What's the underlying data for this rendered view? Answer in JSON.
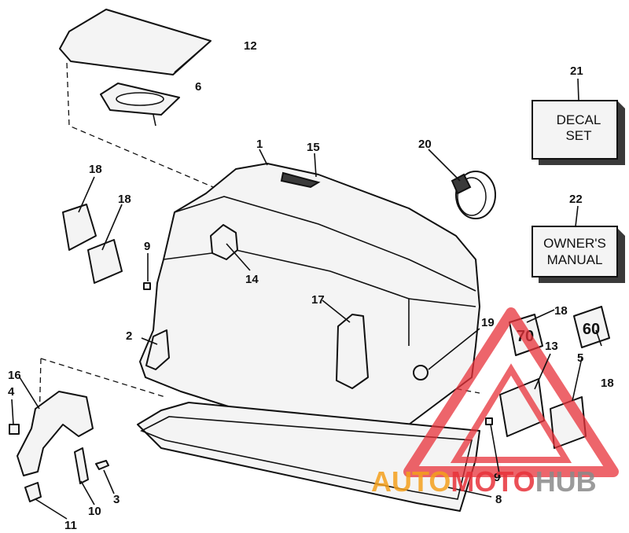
{
  "callouts": {
    "c1": "1",
    "c2": "2",
    "c3": "3",
    "c4": "4",
    "c5": "5",
    "c6": "6",
    "c8": "8",
    "c9a": "9",
    "c9b": "9",
    "c10": "10",
    "c11": "11",
    "c12": "12",
    "c13": "13",
    "c14": "14",
    "c15": "15",
    "c16": "16",
    "c17": "17",
    "c18a": "18",
    "c18b": "18",
    "c18c": "18",
    "c18d": "18",
    "c19": "19",
    "c20": "20",
    "c21": "21",
    "c22": "22"
  },
  "boxes": {
    "decal_line1": "DECAL",
    "decal_line2": "SET",
    "manual_line1": "OWNER'S",
    "manual_line2": "MANUAL"
  },
  "badges": {
    "badge_70": "70",
    "badge_60": "60"
  },
  "watermark": {
    "part1": "AUTO",
    "part2": "MOTO",
    "part3": "HUB",
    "colors": {
      "red": "#e8323a",
      "orange": "#f4a01c",
      "gray": "#8a8a8a"
    }
  }
}
